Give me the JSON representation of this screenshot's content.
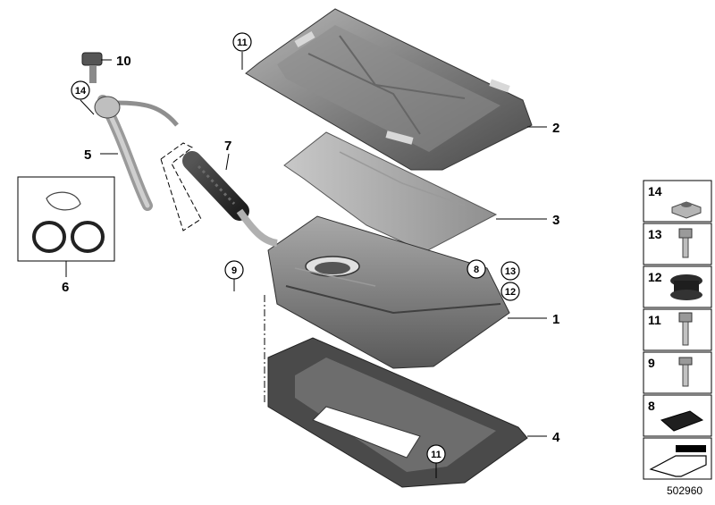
{
  "labels": {
    "l1": "1",
    "l2": "2",
    "l3": "3",
    "l4": "4",
    "l5": "5",
    "l6": "6",
    "l7": "7",
    "l10": "10"
  },
  "circled": {
    "c11_top": "11",
    "c14": "14",
    "c9": "9",
    "c8": "8",
    "c13": "13",
    "c12": "12",
    "c11_bottom": "11"
  },
  "sidebar": [
    "14",
    "13",
    "12",
    "11",
    "9",
    "8"
  ],
  "reference_number": "502960"
}
